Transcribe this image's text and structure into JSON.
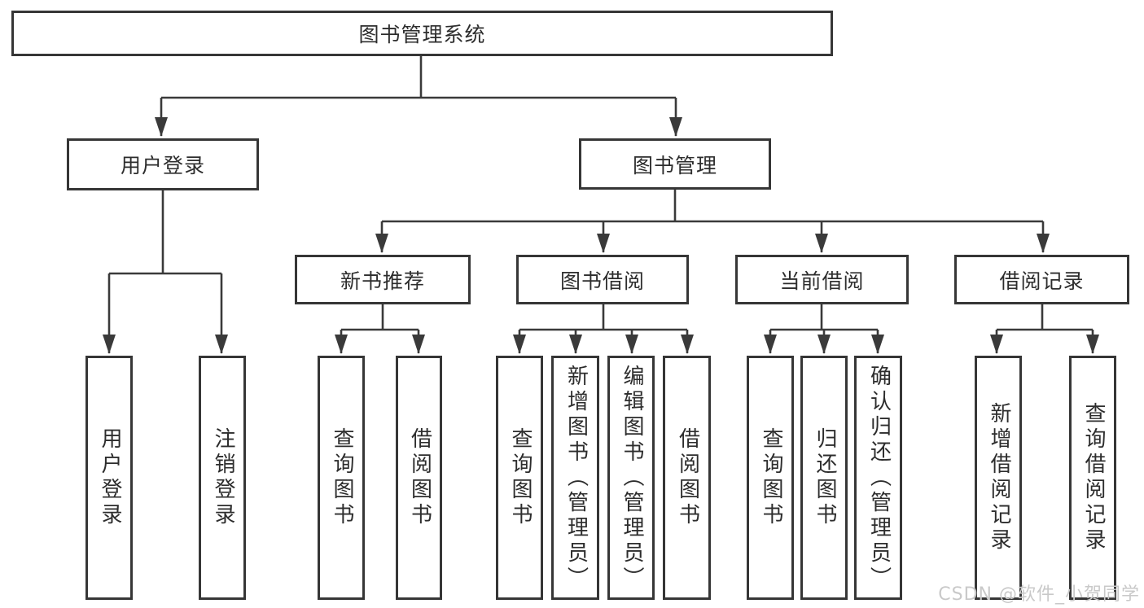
{
  "tree": {
    "root": {
      "label": "图书管理系统"
    },
    "branches": [
      {
        "label": "用户登录",
        "children": [
          "用户登录",
          "注销登录"
        ]
      },
      {
        "label": "图书管理",
        "sections": [
          {
            "label": "新书推荐",
            "children": [
              "查询图书",
              "借阅图书"
            ]
          },
          {
            "label": "图书借阅",
            "children": [
              "查询图书",
              "新增图书（管理员）",
              "编辑图书（管理员）",
              "借阅图书"
            ]
          },
          {
            "label": "当前借阅",
            "children": [
              "查询图书",
              "归还图书",
              "确认归还（管理员）"
            ]
          },
          {
            "label": "借阅记录",
            "children": [
              "新增借阅记录",
              "查询借阅记录"
            ]
          }
        ]
      }
    ]
  },
  "watermark": {
    "text": "CSDN @软件_小贺同学"
  },
  "colors": {
    "line": "#3a3a3a",
    "box_border": "#363636",
    "text": "#2d2d2d",
    "background": "#ffffff",
    "watermark": "#c9c9c9"
  }
}
